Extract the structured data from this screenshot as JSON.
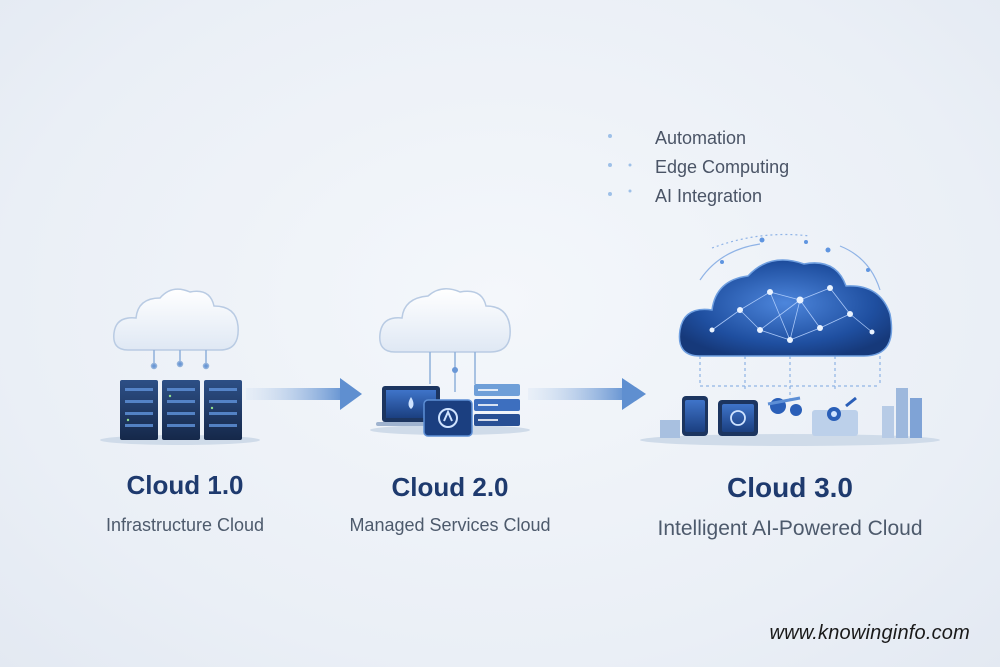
{
  "stages": [
    {
      "title": "Cloud 1.0",
      "subtitle": "Infrastructure Cloud"
    },
    {
      "title": "Cloud 2.0",
      "subtitle": "Managed Services Cloud"
    },
    {
      "title": "Cloud 3.0",
      "subtitle": "Intelligent AI-Powered Cloud"
    }
  ],
  "features": [
    "Automation",
    "Edge Computing",
    "AI Integration"
  ],
  "footer": {
    "website": "www.knowinginfo.com"
  },
  "colors": {
    "accent": "#2a5fb8",
    "title": "#1e3a6e",
    "arrow": "#6f9fd8"
  }
}
